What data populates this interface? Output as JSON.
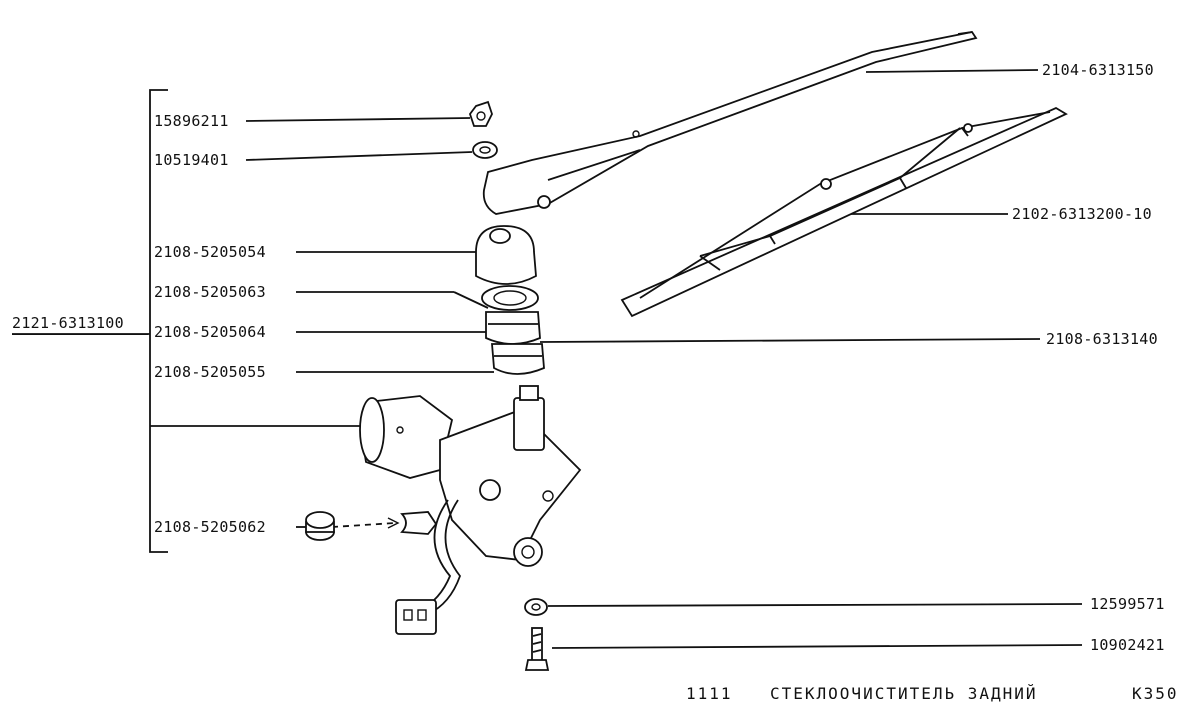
{
  "diagram": {
    "assembly_label": "2121-6313100",
    "callouts": {
      "nut": "15896211",
      "washer": "10519401",
      "cap": "2108-5205054",
      "seal_ring": "2108-5205063",
      "bushing": "2108-5205064",
      "spacer": "2108-5205055",
      "grommet": "2108-5205062",
      "arm": "2104-6313150",
      "blade": "2102-6313200-10",
      "seal_set": "2108-6313140",
      "washer_small": "12599571",
      "bolt": "10902421"
    }
  },
  "footer": {
    "number": "1111",
    "title": "СТЕКЛООЧИСТИТЕЛЬ ЗАДНИЙ",
    "code": "K350"
  }
}
